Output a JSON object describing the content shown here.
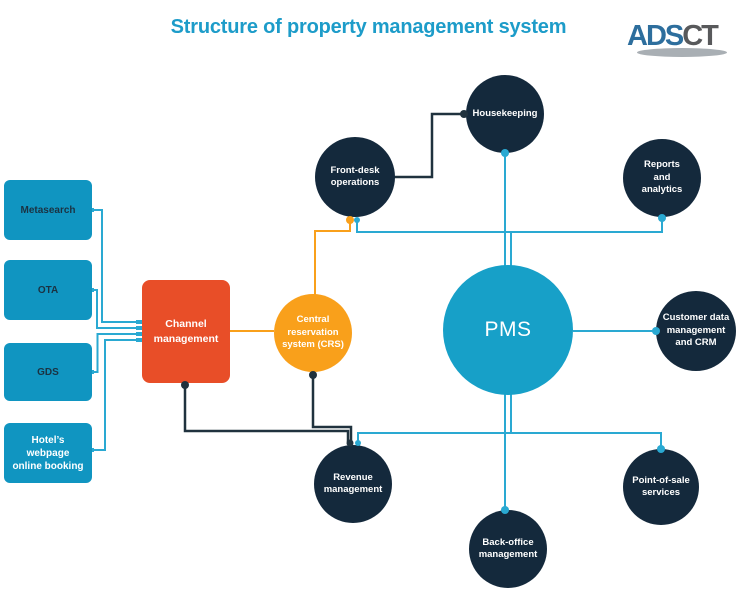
{
  "title": "Structure of property management system",
  "logo": {
    "primary": "ADS",
    "secondary": "CT"
  },
  "colors": {
    "teal_box": "#1095c1",
    "channel_orange_red": "#e84e28",
    "crs_orange": "#f9a01b",
    "pms_cyan": "#17a0c8",
    "dark_navy_node": "#14293c",
    "cyan_line": "#2aa9d2",
    "orange_line": "#f9a01b",
    "dark_line": "#20323e",
    "title_text": "#1d9cc9",
    "box_label_dark": "#1b3242",
    "logo_blue": "#2d6e9d",
    "logo_gray": "#58595b"
  },
  "nodes": {
    "metasearch": "Metasearch",
    "ota": "OTA",
    "gds": "GDS",
    "hotel_webpage": "Hotel’s webpage online booking",
    "channel_management": "Channel management",
    "crs": "Central reservation system (CRS)",
    "pms": "PMS",
    "housekeeping": "Housekeeping",
    "front_desk": "Front-desk operations",
    "reports": "Reports and analytics",
    "customer_data": "Customer data management and CRM",
    "point_of_sale": "Point-of-sale services",
    "back_office": "Back-office management",
    "revenue": "Revenue management"
  }
}
